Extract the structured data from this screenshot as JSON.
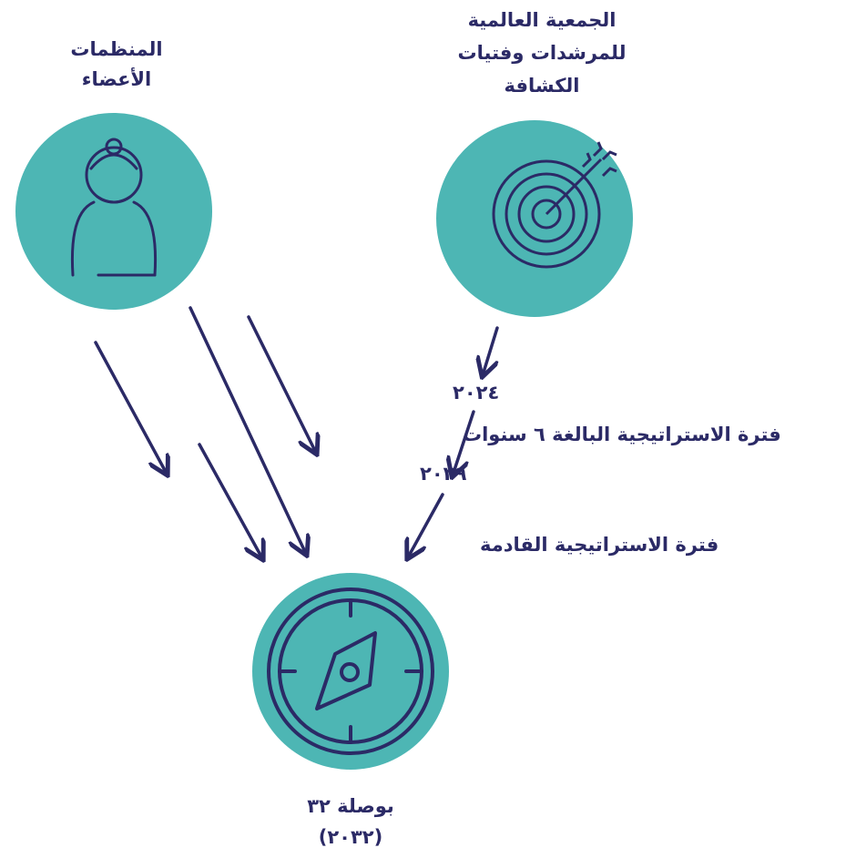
{
  "nodes": {
    "members": {
      "label_line1": "المنظمات",
      "label_line2": "الأعضاء",
      "icon": "person-icon"
    },
    "wagggs": {
      "label_line1": "الجمعية العالمية",
      "label_line2": "للمرشدات وفتيات",
      "label_line3": "الكشافة",
      "icon": "target-icon"
    },
    "compass": {
      "label_line1": "بوصلة ٣٢",
      "label_line2": "(٢٠٣٢)",
      "icon": "compass-icon"
    }
  },
  "timeline": {
    "year_start": "٢٠٢٤",
    "period_label": "فترة الاستراتيجية البالغة ٦ سنوات",
    "year_end": "٢٠٢٩",
    "next_period_label": "فترة الاستراتيجية القادمة"
  },
  "colors": {
    "teal": "#4db6b4",
    "navy": "#2b2a66",
    "background": "#ffffff"
  }
}
